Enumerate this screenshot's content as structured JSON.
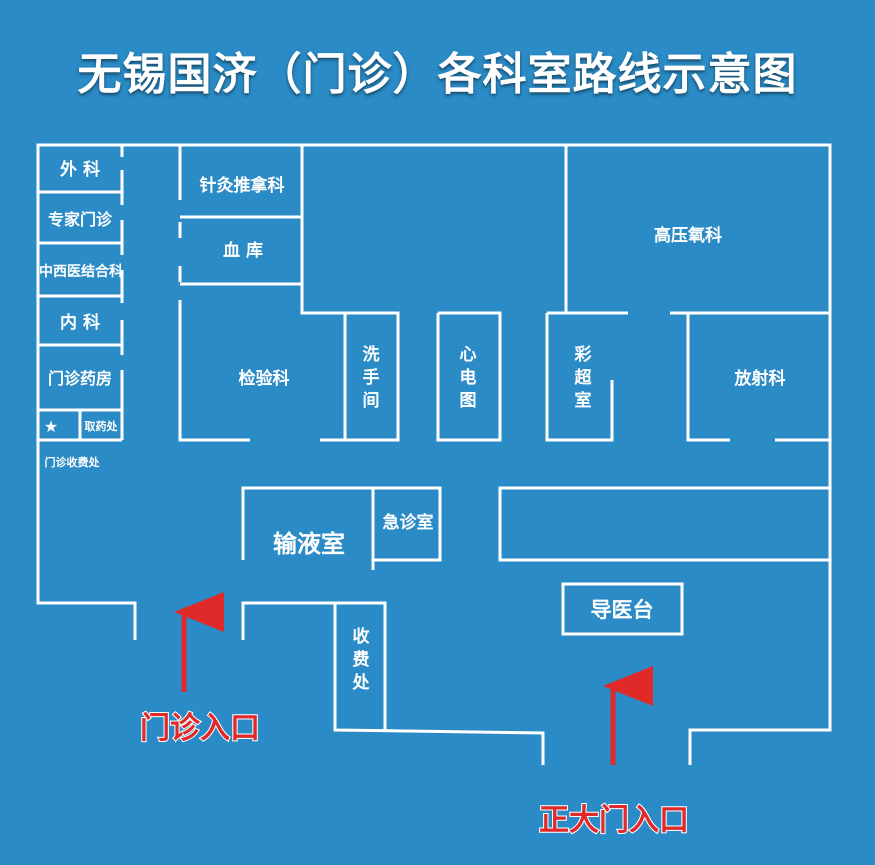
{
  "title": "无锡国济（门诊）各科室路线示意图",
  "rooms": {
    "surgery": "外 科",
    "expert": "专家门诊",
    "tcm_western": "中西医结合科",
    "internal": "内 科",
    "pharmacy": "门诊药房",
    "star": "★",
    "pickup": "取药处",
    "cashier_outpatient": "门诊收费处",
    "acupuncture": "针灸推拿科",
    "blood_bank": "血 库",
    "lab": "检验科",
    "restroom": "洗\n手\n间",
    "ecg": "心\n电\n图",
    "ultrasound": "彩\n超\n室",
    "hyperbaric": "高压氧科",
    "radiology": "放射科",
    "infusion": "输液室",
    "emergency": "急诊室",
    "cashier": "收\n费\n处",
    "guide_desk": "导医台"
  },
  "entrances": {
    "outpatient": "门诊入口",
    "main": "正大门入口"
  },
  "colors": {
    "background": "#2a8bc6",
    "walls": "#ffffff",
    "arrow": "#e02a2a"
  }
}
